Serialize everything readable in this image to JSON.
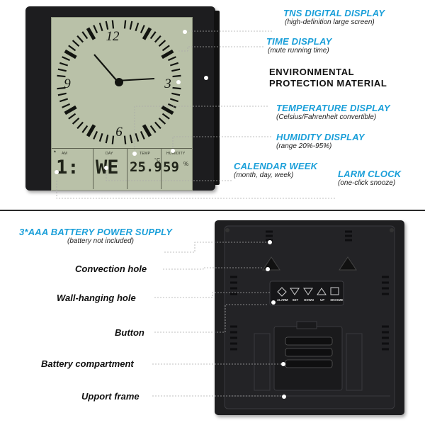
{
  "front": {
    "screen": {
      "clock_numerals": {
        "twelve": "12",
        "three": "3",
        "six": "6",
        "nine": "9"
      },
      "bottom_labels": {
        "am": "AM",
        "day": "DAY",
        "temp": "TEMP",
        "humidity": "HUMIDITY"
      },
      "time_value": "1:",
      "day_value": "WE",
      "temp_value": "25.9",
      "temp_unit": "°C",
      "humidity_value": "59",
      "humidity_unit": "%"
    },
    "callouts": {
      "tns": {
        "title": "TNS DIGITAL DISPLAY",
        "sub": "(high-definition large screen)"
      },
      "time": {
        "title": "TIME DISPLAY",
        "sub": "(mute running time)"
      },
      "environment": {
        "line1": "ENVIRONMENTAL",
        "line2": "PROTECTION MATERIAL"
      },
      "temperature": {
        "title": "TEMPERATURE DISPLAY",
        "sub": "(Celsius/Fahrenheit convertible)"
      },
      "humidity": {
        "title": "HUMIDITY DISPLAY",
        "sub": "(range 20%-95%)"
      },
      "calendar": {
        "title": "CALENDAR WEEK",
        "sub": "(month, day, week)"
      },
      "alarm": {
        "title": "LARM CLOCK",
        "sub": "(one-click snooze)"
      }
    }
  },
  "back": {
    "callouts": {
      "battery_supply": {
        "title": "3*AAA BATTERY POWER SUPPLY",
        "sub": "(battery not included)"
      },
      "convection": "Convection hole",
      "wall_hanging": "Wall-hanging hole",
      "button": "Button",
      "battery_compartment": "Battery compartment",
      "support_frame": "Upport frame"
    },
    "button_labels": [
      "ALARM",
      "SET",
      "DOWN",
      "UP",
      "SNOOZE"
    ]
  },
  "colors": {
    "accent": "#1a9fd9",
    "device": "#1d1d1f",
    "lcd": "#b9c1a8"
  }
}
